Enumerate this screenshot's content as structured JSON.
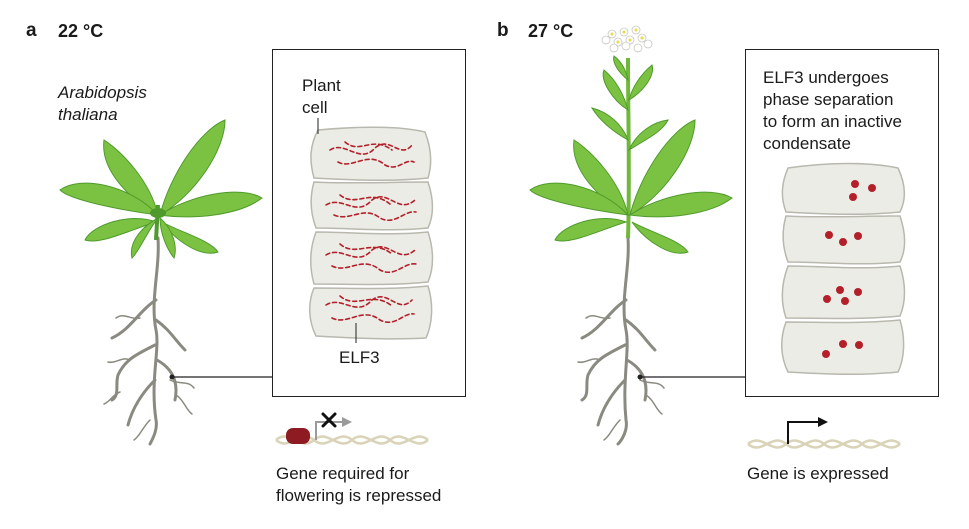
{
  "panel_a": {
    "letter": "a",
    "temperature": "22 °C",
    "species_line1": "Arabidopsis",
    "species_line2": "thaliana",
    "cell_label_line1": "Plant",
    "cell_label_line2": "cell",
    "protein_label": "ELF3",
    "gene_caption_line1": "Gene required for",
    "gene_caption_line2": "flowering is repressed"
  },
  "panel_b": {
    "letter": "b",
    "temperature": "27 °C",
    "box_text_line1": "ELF3 undergoes",
    "box_text_line2": "phase separation",
    "box_text_line3": "to form an inactive",
    "box_text_line4": "condensate",
    "gene_caption": "Gene is expressed"
  },
  "colors": {
    "leaf": "#7cc242",
    "leaf_dark": "#4f9a2c",
    "root": "#8a8a80",
    "cell_fill": "#ecece6",
    "cell_stroke": "#b8b8ae",
    "elf3": "#b3202a",
    "dna": "#d9d3b8"
  }
}
